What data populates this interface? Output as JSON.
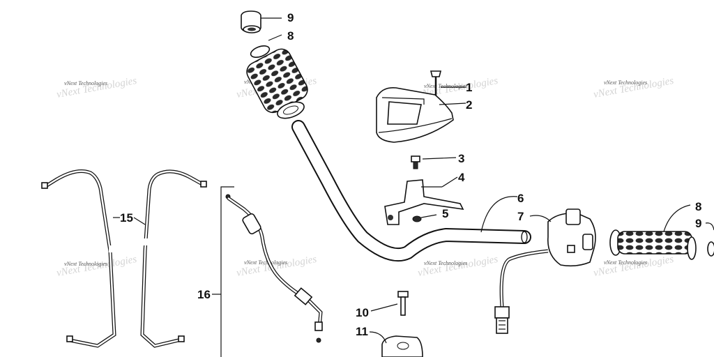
{
  "callouts": [
    "1",
    "2",
    "3",
    "4",
    "5",
    "6",
    "7",
    "8",
    "9",
    "10",
    "11",
    "15",
    "16"
  ],
  "watermark": "vNext Technologies"
}
